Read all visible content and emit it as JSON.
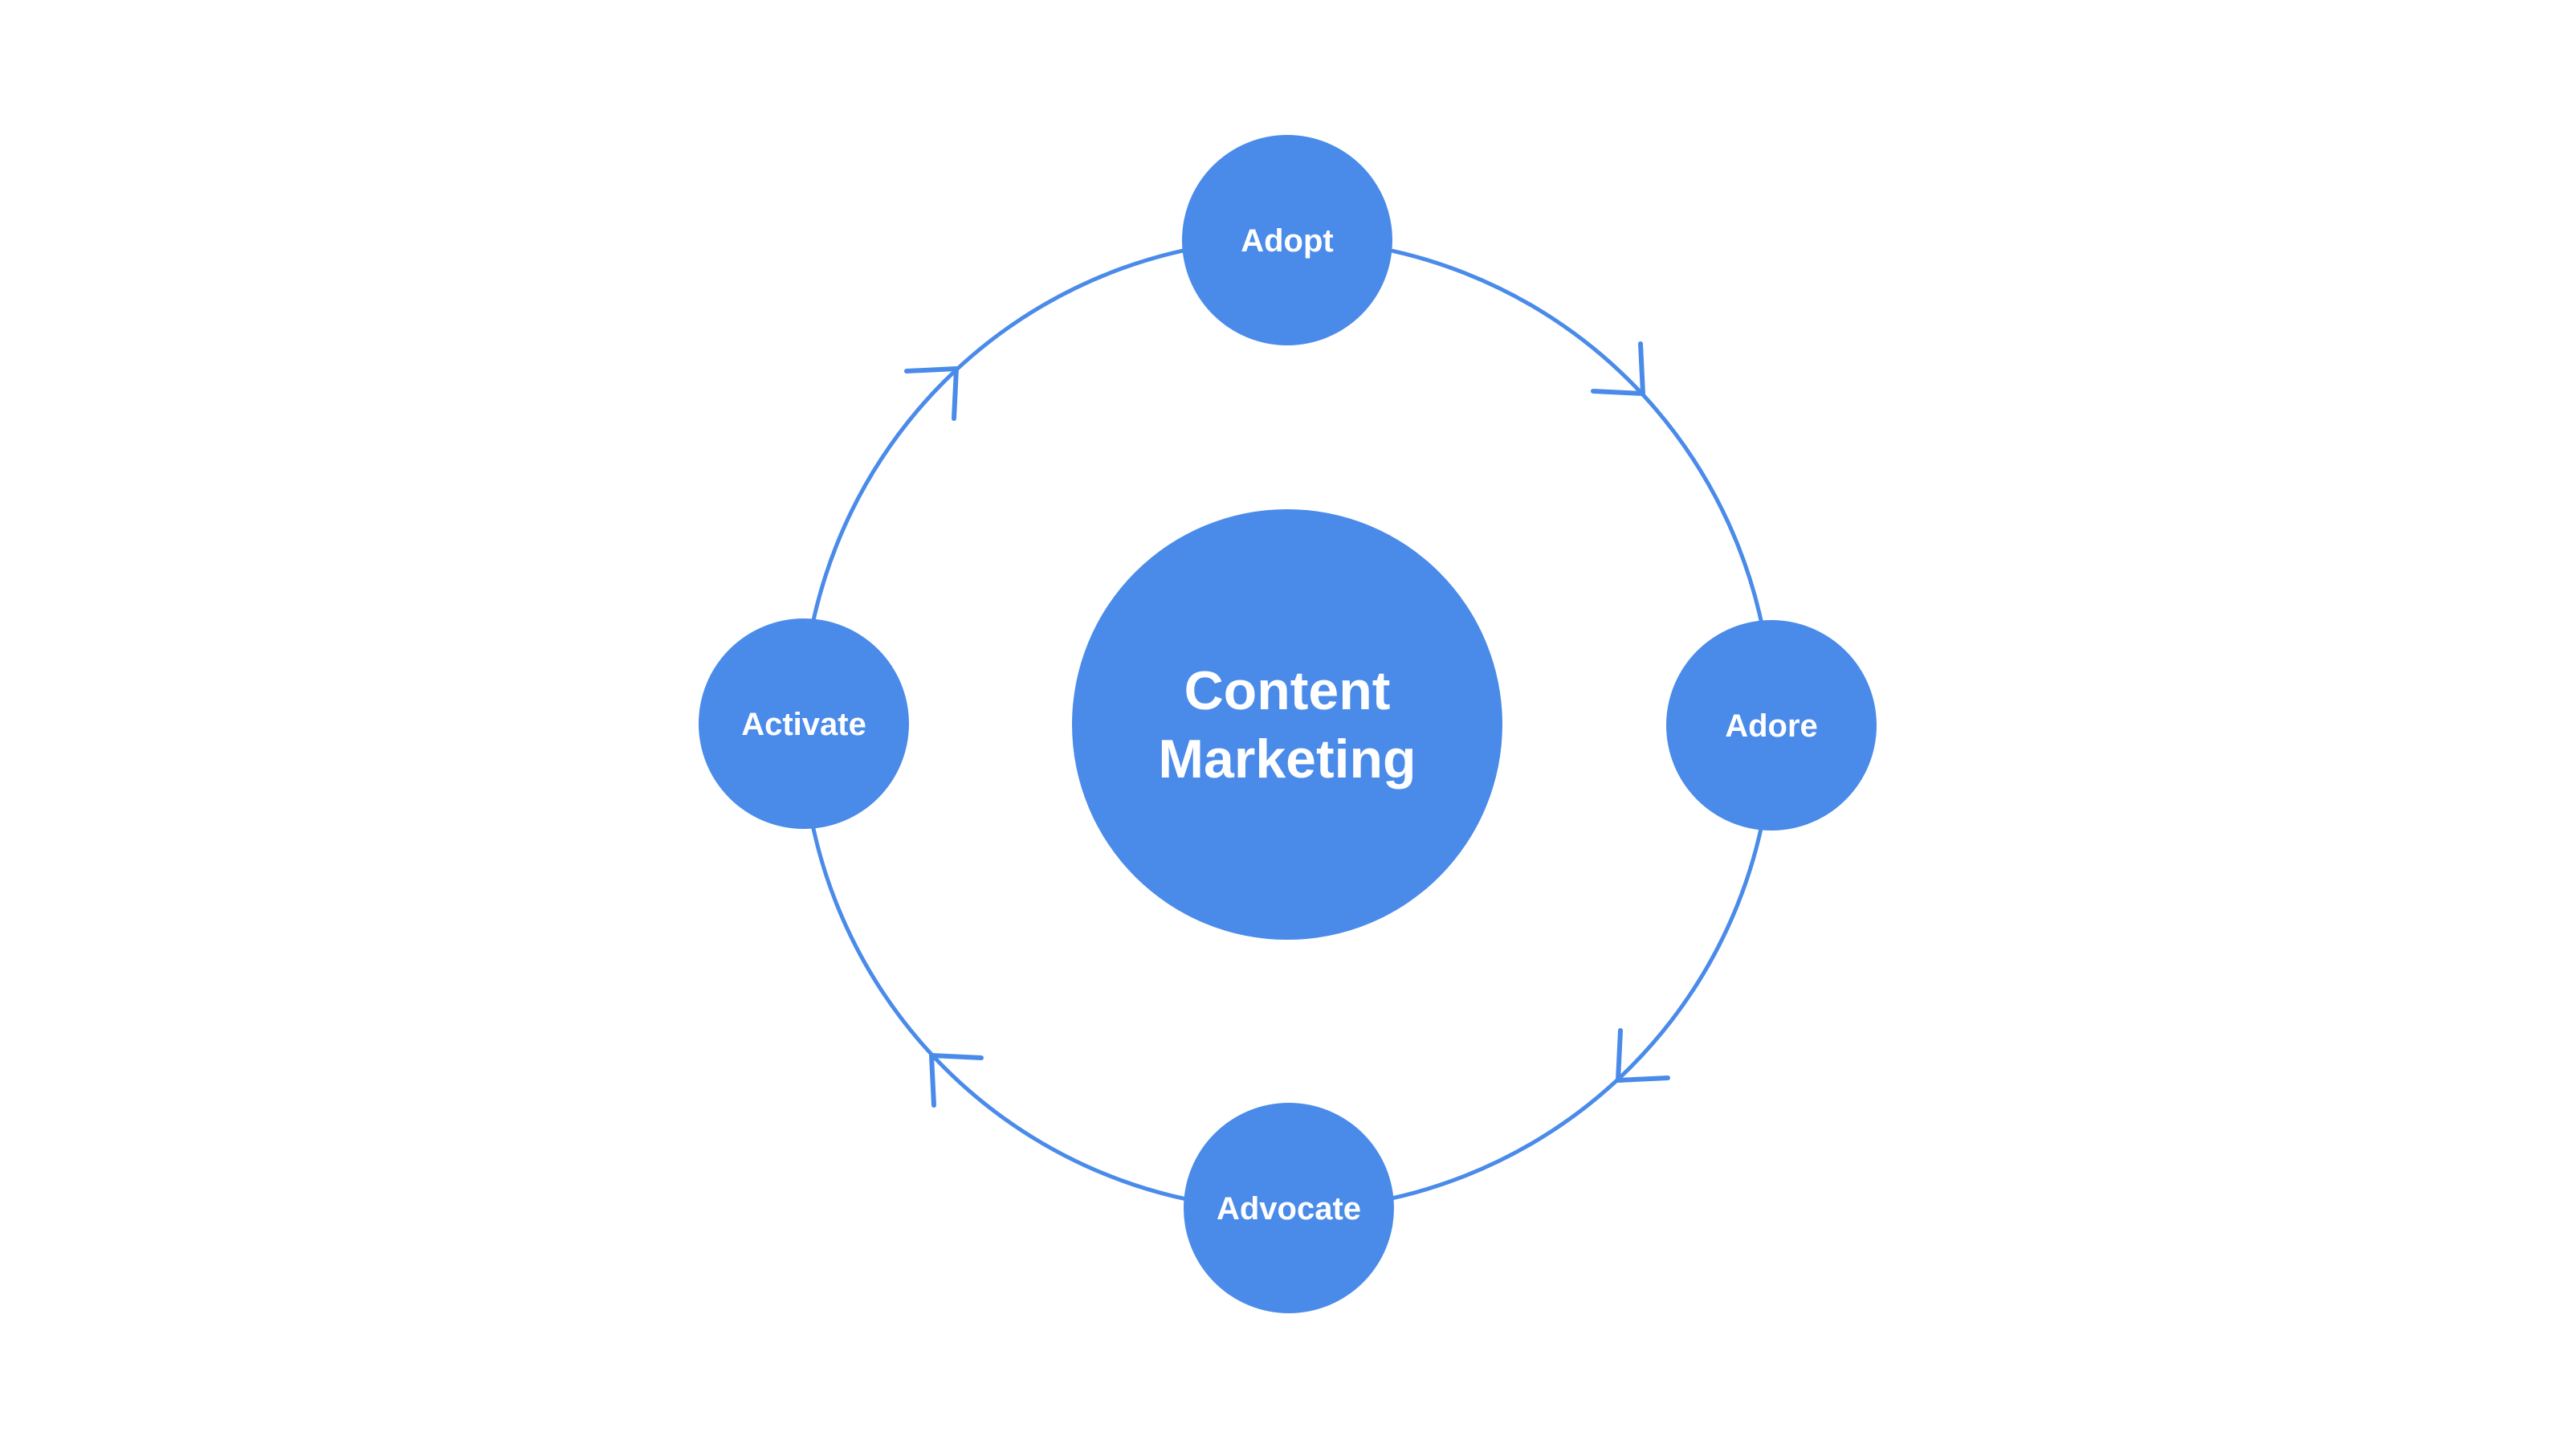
{
  "colors": {
    "accent": "#4A8BEA",
    "background": "#FFFFFF",
    "text": "#FFFFFF"
  },
  "center": {
    "line1": "Content",
    "line2": "Marketing"
  },
  "nodes": [
    {
      "label": "Adopt"
    },
    {
      "label": "Adore"
    },
    {
      "label": "Advocate"
    },
    {
      "label": "Activate"
    }
  ],
  "flow_direction": "clockwise"
}
